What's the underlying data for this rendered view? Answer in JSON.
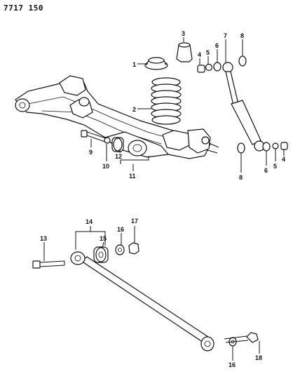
{
  "document_number": "7717 150",
  "callouts": {
    "c1": "1",
    "c2": "2",
    "c3": "3",
    "c4a": "4",
    "c5a": "5",
    "c6a": "6",
    "c7": "7",
    "c8a": "8",
    "c9": "9",
    "c10": "10",
    "c11": "11",
    "c12": "12",
    "c8b": "8",
    "c6b": "6",
    "c5b": "5",
    "c4b": "4",
    "c13": "13",
    "c14": "14",
    "c15": "15",
    "c16a": "16",
    "c17": "17",
    "c16b": "16",
    "c18": "18"
  }
}
